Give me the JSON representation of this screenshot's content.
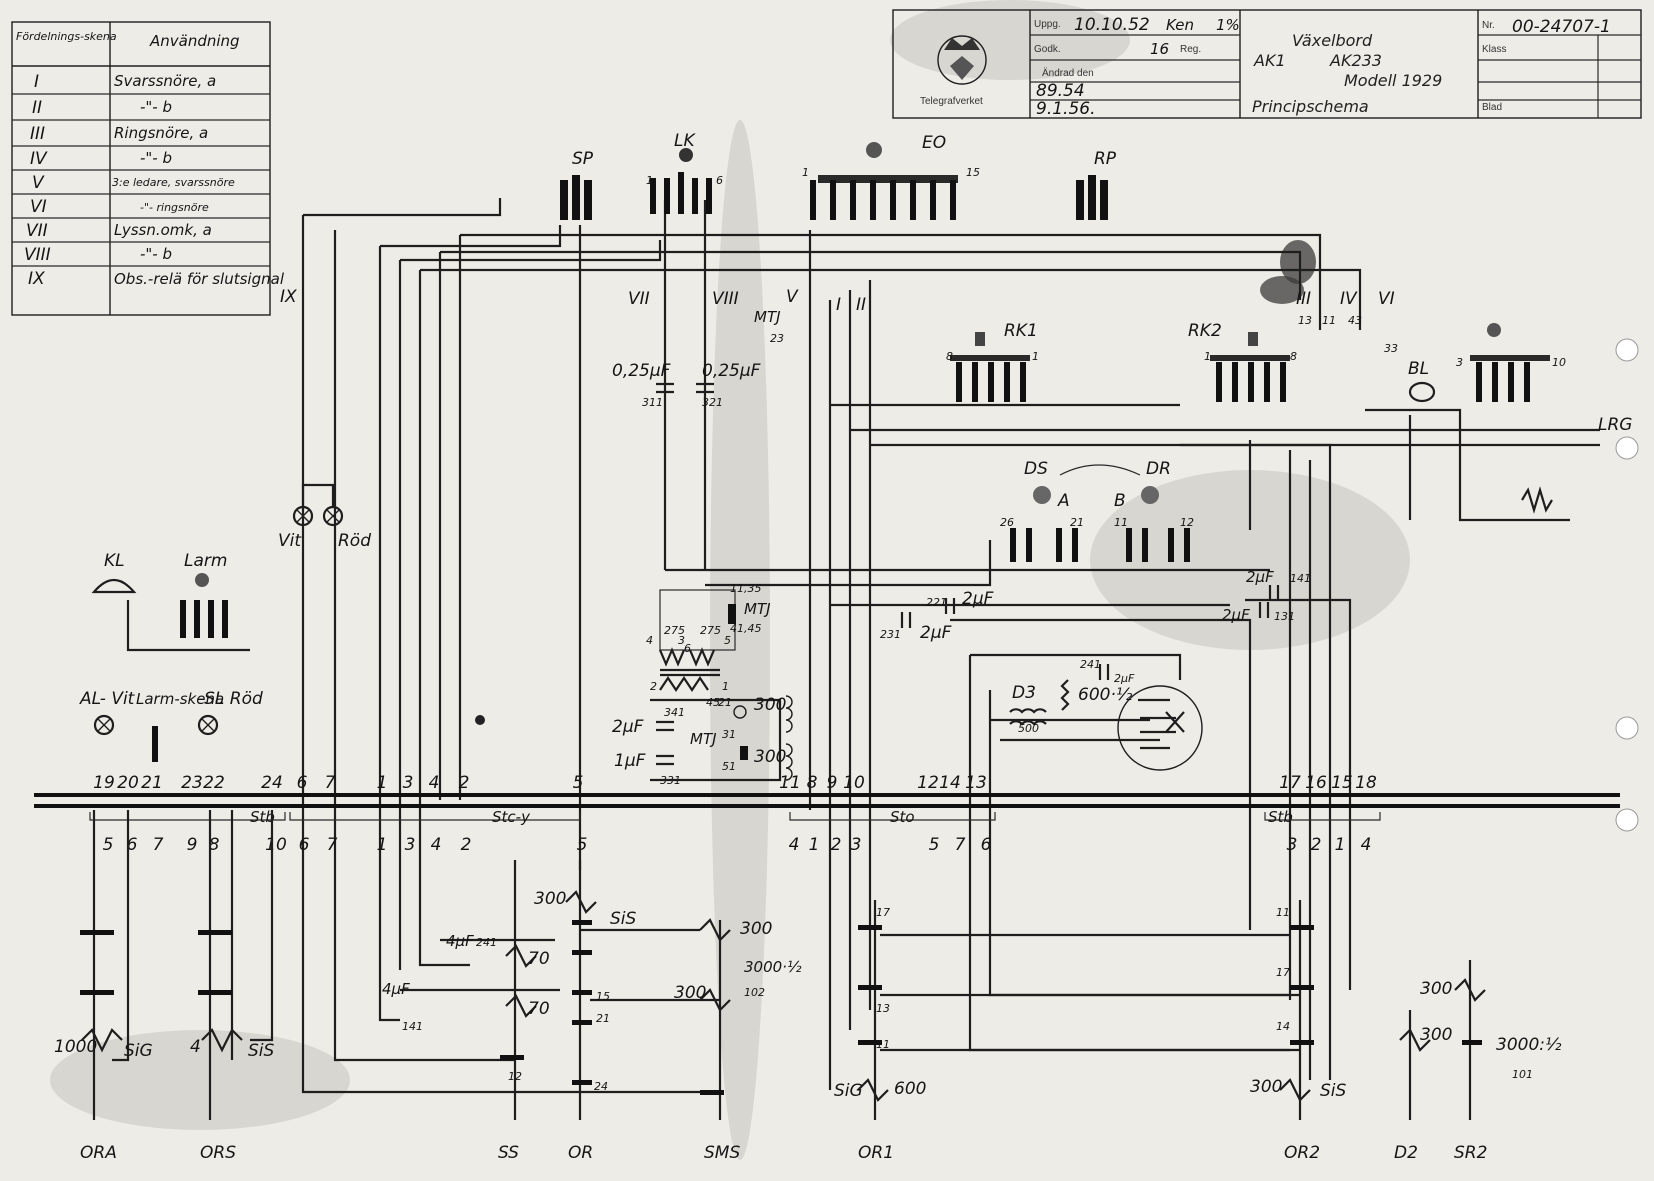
{
  "legend": {
    "headers": [
      "Fördelnings-skena",
      "Användning"
    ],
    "rows": [
      {
        "bus": "I",
        "use": "Svarssnöre, a"
      },
      {
        "bus": "II",
        "use": "-\"- b"
      },
      {
        "bus": "III",
        "use": "Ringsnöre, a"
      },
      {
        "bus": "IV",
        "use": "-\"- b"
      },
      {
        "bus": "V",
        "use": "3:e ledare, svarssnöre"
      },
      {
        "bus": "VI",
        "use": "-\"- ringsnöre"
      },
      {
        "bus": "VII",
        "use": "Lyssn.omk, a"
      },
      {
        "bus": "VIII",
        "use": "-\"- b"
      },
      {
        "bus": "IX",
        "use": "Obs.-relä för slutsignal"
      }
    ]
  },
  "title_block": {
    "org": "Telegrafverket",
    "uppg_label": "Uppg.",
    "uppg_date": "10.10.52",
    "uppg_sign": "Ken",
    "uppg_check": "1%",
    "godk_label": "Godk.",
    "godk_value": "16",
    "reg_label": "Reg.",
    "andrad_label": "Ändrad den",
    "andrad_1": "89.54",
    "andrad_2": "9.1.56.",
    "title_line1": "Växelbord",
    "title_line2a": "AK1",
    "title_line2b": "AK233",
    "title_line3": "Modell 1929",
    "title_line4": "Principschema",
    "nr_label": "Nr.",
    "nr_value": "00-24707-1",
    "klass_label": "Klass",
    "blad_label": "Blad"
  },
  "top_components": {
    "sp": "SP",
    "lk": "LK",
    "eo": "EO",
    "rp": "RP",
    "eo_pin_1": "1",
    "eo_pin_15": "15",
    "lk_pin_1": "1",
    "lk_pin_6": "6",
    "rk1": "RK1",
    "rk2": "RK2",
    "rk_pin_8": "8",
    "rk_pin_1": "1",
    "bl": "BL",
    "lrg": "LRG",
    "bl_pin_3": "3",
    "bl_pin_10": "10",
    "ds": "DS",
    "dr": "DR",
    "a": "A",
    "b": "B",
    "ds_pin_26": "26",
    "ds_pin_21": "21",
    "dr_pin_11": "11",
    "dr_pin_12": "12",
    "bus_vii": "VII",
    "bus_viii": "VIII",
    "bus_v": "V",
    "bus_i": "I",
    "bus_ii": "II",
    "bus_iii": "III",
    "bus_iv": "IV",
    "bus_vi": "VI",
    "bus_ix": "IX",
    "mtj": "MTJ",
    "mtj_23": "23",
    "n13": "13",
    "n43": "43",
    "n33": "33",
    "n11": "11"
  },
  "capacitors": {
    "c311": "0,25µF",
    "c311_no": "311",
    "c321": "0,25µF",
    "c321_no": "321",
    "c221": "2µF",
    "c221_no": "221",
    "c231": "2µF",
    "c231_no": "231",
    "c141": "2µF",
    "c141_no": "141",
    "c131": "2µF",
    "c131_no": "131",
    "c241": "2µF",
    "c241_no": "241",
    "c341": "2µF",
    "c341_no": "341",
    "c331": "1µF",
    "c331_no": "331"
  },
  "transformer": {
    "mtj": "MTJ",
    "n1135": "11,35",
    "n4145": "41,45",
    "n275a": "275",
    "n275b": "275",
    "n45": "45",
    "n4": "4",
    "n6": "6",
    "n3": "3",
    "n5": "5",
    "n2": "2",
    "n1": "1",
    "r300a": "300",
    "r300b": "300",
    "n21": "21",
    "n31": "31",
    "n51": "51",
    "mtj2": "MTJ",
    "d3": "D3",
    "r500": "500",
    "r600": "600·½",
    "c_pin": "241"
  },
  "lamps": {
    "vit": "Vit",
    "rod": "Röd",
    "kl": "KL",
    "larm": "Larm",
    "al_vit": "AL- Vit",
    "larmskena": "Larm-skena",
    "sl_rod": "-SL Röd"
  },
  "bus_top_labels": [
    "19",
    "20",
    "21",
    "23",
    "22",
    "24",
    "6",
    "7",
    "1",
    "3",
    "4",
    "2",
    "5",
    "11",
    "8",
    "9",
    "10",
    "12",
    "14",
    "13",
    "17",
    "16",
    "15",
    "18"
  ],
  "bus_groups": [
    "Stb",
    "Stc-y",
    "Sto",
    "Stb"
  ],
  "bus_bottom_labels": [
    "5",
    "6",
    "7",
    "9",
    "8",
    "10",
    "6",
    "7",
    "1",
    "3",
    "4",
    "2",
    "5",
    "4",
    "1",
    "2",
    "3",
    "5",
    "7",
    "6",
    "3",
    "2",
    "1",
    "4"
  ],
  "relays": {
    "ora": "ORA",
    "ors": "ORS",
    "ss": "SS",
    "or": "OR",
    "sms": "SMS",
    "or1": "OR1",
    "or2": "OR2",
    "d2": "D2",
    "sr2": "SR2",
    "r1000": "1000",
    "sig": "SiG",
    "r4": "4",
    "sis": "SiS",
    "r300_sis": "300",
    "sis2": "SiS",
    "r70a": "70",
    "r70b": "70",
    "r300b": "300",
    "r300c": "300",
    "r3000": "3000·½",
    "r600": "600",
    "sig2": "SiG",
    "r300d": "300",
    "sis3": "SiS",
    "r300e": "300",
    "r300f": "300",
    "r3000b": "3000:½",
    "c4uf_a": "4µF",
    "c4uf_b": "4µF",
    "n241": "241",
    "n141": "141",
    "n102": "102",
    "n101": "101",
    "n13": "13",
    "n11": "11",
    "n12": "12",
    "n24": "24",
    "n15": "15",
    "n21": "21",
    "n17": "17",
    "n14": "14"
  }
}
